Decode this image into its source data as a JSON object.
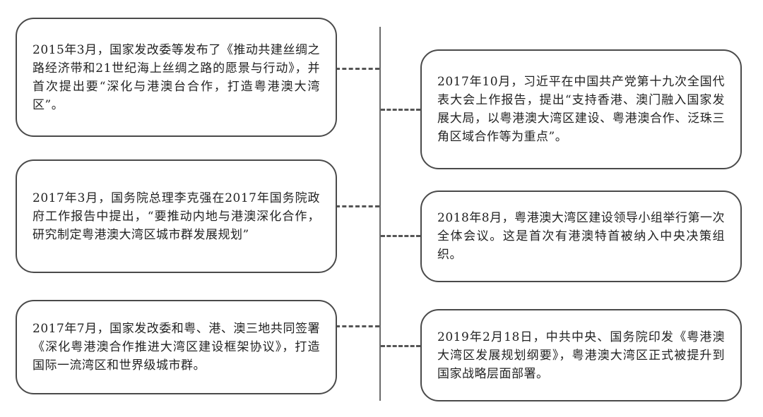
{
  "events": [
    {
      "side": "left",
      "text": "2015年3月，国家发改委等发布了《推动共建丝绸之路经济带和21世纪海上丝绸之路的愿景与行动》，并首次提出要“深化与港澳台合作，打造粤港澳大湾区”。"
    },
    {
      "side": "right",
      "text": "2017年10月，习近平在中国共产党第十九次全国代表大会上作报告，提出“支持香港、澳门融入国家发展大局，以粤港澳大湾区建设、粤港澳合作、泛珠三角区域合作等为重点”。"
    },
    {
      "side": "left",
      "text": "2017年3月，国务院总理李克强在2017年国务院政府工作报告中提出，“要推动内地与港澳深化合作，研究制定粤港澳大湾区城市群发展规划”"
    },
    {
      "side": "right",
      "text": "2018年8月，粤港澳大湾区建设领导小组举行第一次全体会议。这是首次有港澳特首被纳入中央决策组织。"
    },
    {
      "side": "left",
      "text": "2017年7月，国家发改委和粤、港、澳三地共同签署《深化粤港澳合作推进大湾区建设框架协议》，打造国际一流湾区和世界级城市群。"
    },
    {
      "side": "right",
      "text": "2019年2月18日，中共中央、国务院印发《粤港澳大湾区发展规划纲要》，粤港澳大湾区正式被提升到国家战略层面部署。"
    }
  ]
}
